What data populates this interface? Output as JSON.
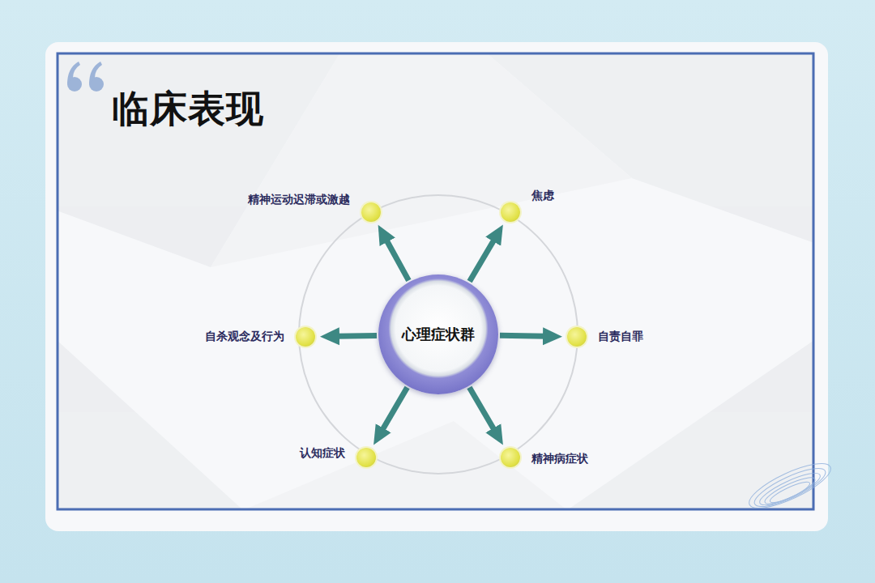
{
  "diagram": {
    "title": "临床表现",
    "nodes": [
      {
        "text": [
          "精神运动迟滞或激越"
        ]
      },
      {
        "text": [
          "焦虑"
        ]
      },
      {
        "text": [
          "自杀观念及行为"
        ]
      },
      {
        "text": [
          "心理症状群"
        ]
      },
      {
        "text": [
          "自责自罪"
        ]
      },
      {
        "text": [
          "认知症状"
        ]
      },
      {
        "text": [
          "精神病症状"
        ]
      }
    ],
    "edges": [
      {
        "from": 3,
        "to": 0,
        "arrow": "to"
      },
      {
        "from": 3,
        "to": 1,
        "arrow": "to"
      },
      {
        "from": 3,
        "to": 2,
        "arrow": "to"
      },
      {
        "from": 3,
        "to": 4,
        "arrow": "to"
      },
      {
        "from": 3,
        "to": 5,
        "arrow": "to"
      },
      {
        "from": 3,
        "to": 6,
        "arrow": "to"
      }
    ]
  }
}
